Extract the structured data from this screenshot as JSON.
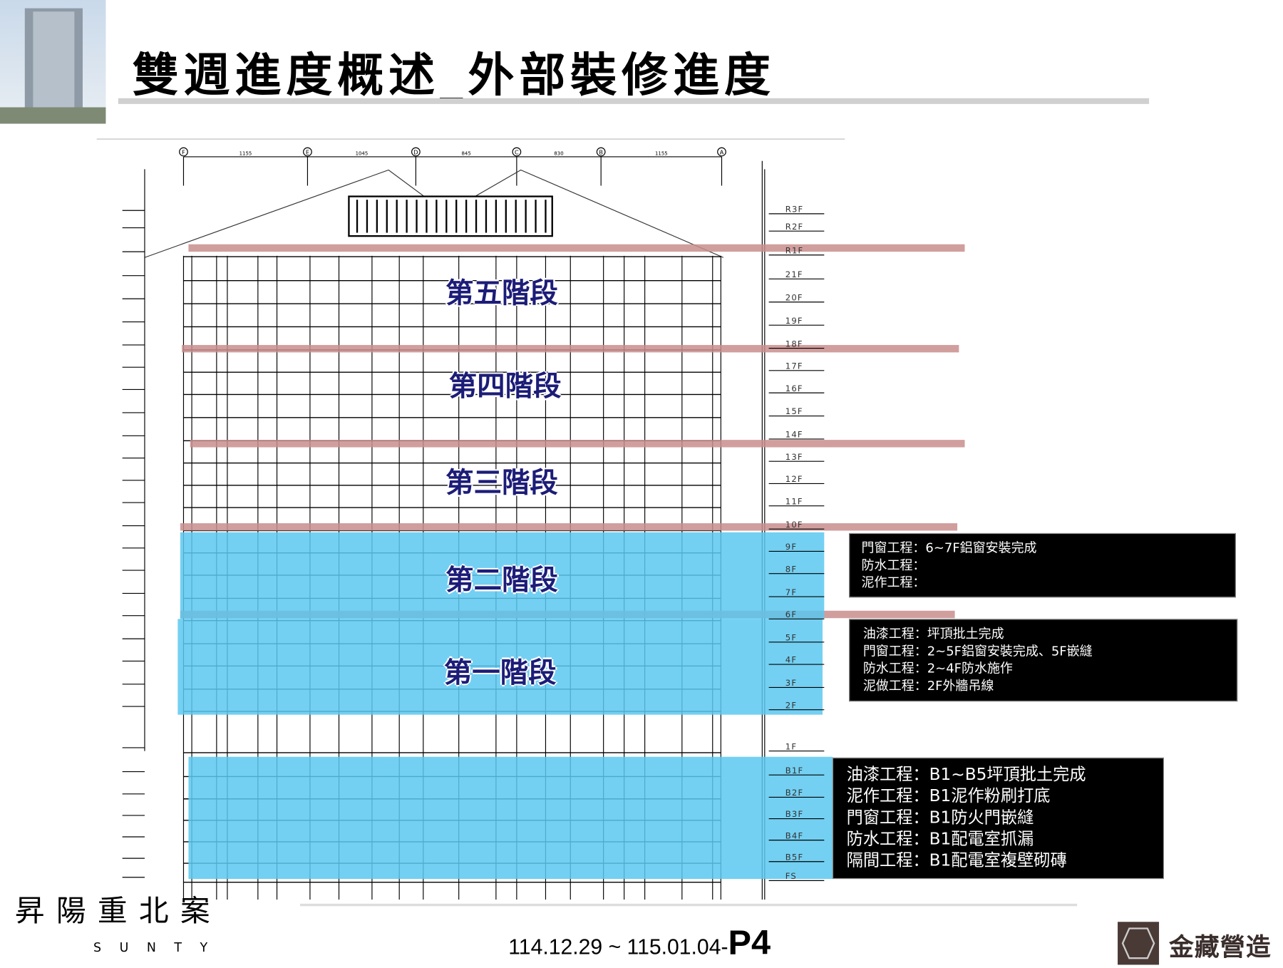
{
  "header": {
    "title": "雙週進度概述_外部裝修進度"
  },
  "drawing": {
    "grid_axes": [
      "F",
      "E",
      "D",
      "C",
      "B",
      "A"
    ],
    "grid_dimensions": [
      "1155",
      "1045",
      "845",
      "830",
      "1155"
    ],
    "floors": [
      "R3F",
      "R2F",
      "R1F",
      "21F",
      "20F",
      "19F",
      "18F",
      "17F",
      "16F",
      "15F",
      "14F",
      "13F",
      "12F",
      "11F",
      "10F",
      "9F",
      "8F",
      "7F",
      "6F",
      "5F",
      "4F",
      "3F",
      "2F",
      "1F",
      "B1F",
      "B2F",
      "B3F",
      "B4F",
      "B5F",
      "FS"
    ],
    "stages": [
      "第五階段",
      "第四階段",
      "第三階段",
      "第二階段",
      "第一階段"
    ],
    "band_color": "#c98d8d",
    "progress_color": "#5bc8f0"
  },
  "info_boxes": {
    "stage2": [
      "門窗工程：6~7F鋁窗安裝完成",
      "防水工程：",
      "泥作工程："
    ],
    "stage1": [
      "油漆工程：坪頂批土完成",
      "門窗工程：2~5F鋁窗安裝完成、5F嵌縫",
      "防水工程：2~4F防水施作",
      "泥做工程：2F外牆吊線"
    ],
    "basement": [
      "油漆工程：B1~B5坪頂批土完成",
      "泥作工程：B1泥作粉刷打底",
      "門窗工程：B1防火門嵌縫",
      "防水工程：B1配電室抓漏",
      "隔間工程：B1配電室複壁砌磚"
    ]
  },
  "footer": {
    "date_range": "114.12.29 ~ 115.01.04-",
    "page": "P4",
    "project_logo_cn": "昇陽重北案",
    "project_logo_en": "SUNTY",
    "company": "金藏營造"
  }
}
